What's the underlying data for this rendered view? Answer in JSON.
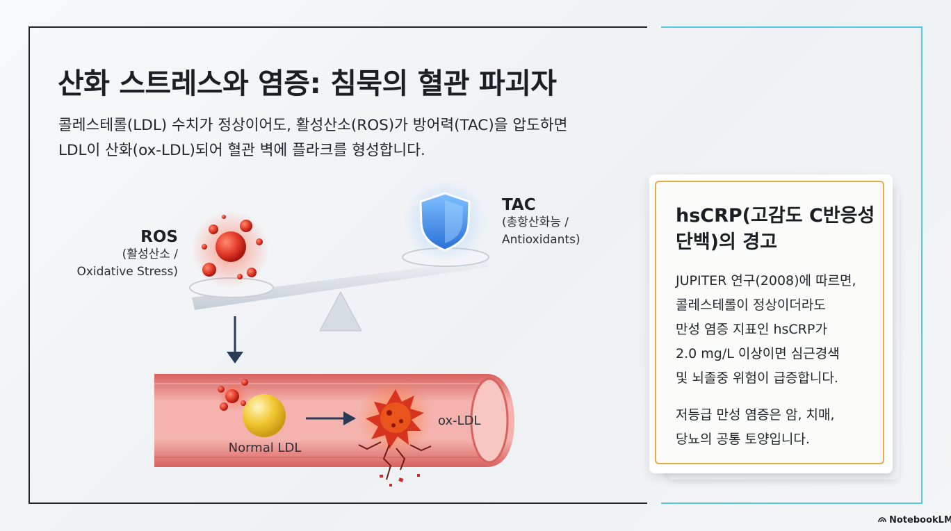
{
  "title": "산화 스트레스와 염증: 침묵의 혈관 파괴자",
  "subtitle": {
    "line1": "콜레스테롤(LDL) 수치가 정상이어도, 활성산소(ROS)가 방어력(TAC)을 압도하면",
    "line2": "LDL이 산화(ox-LDL)되어 혈관 벽에 플라크를 형성합니다."
  },
  "diagram": {
    "ros": {
      "label": "ROS",
      "desc_line1": "(활성산소 /",
      "desc_line2": "Oxidative Stress)"
    },
    "tac": {
      "label": "TAC",
      "desc_line1": "(총항산화능 /",
      "desc_line2": "Antioxidants)"
    },
    "normal_ldl_label": "Normal LDL",
    "ox_ldl_label": "ox-LDL",
    "colors": {
      "ros_red": "#e23b2a",
      "shield_blue": "#3d8ff0",
      "ldl_yellow": "#f0c832",
      "vessel_pink": "#f2a5a3",
      "arrow_navy": "#2b3a55"
    }
  },
  "card": {
    "title_line1": "hsCRP(고감도 C반응성",
    "title_line2": "단백)의 경고",
    "body": [
      "JUPITER 연구(2008)에 따르면,",
      "콜레스테롤이 정상이더라도",
      "만성 염증 지표인 hsCRP가",
      "2.0 mg/L 이상이면 심근경색",
      "및 뇌졸중 위험이 급증합니다."
    ],
    "note": [
      "저등급 만성 염증은 암, 치매,",
      "당뇨의 공통 토양입니다."
    ],
    "border_color": "#e8a84a"
  },
  "brand": "NotebookLM"
}
